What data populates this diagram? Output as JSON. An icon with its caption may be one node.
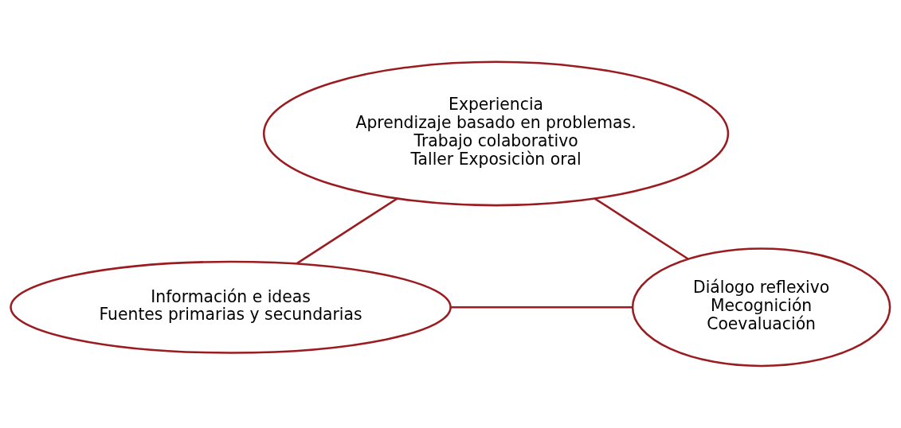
{
  "diagram": {
    "nodes": [
      {
        "text": [
          "Experiencia",
          "Aprendizaje basado en problemas.",
          "Trabajo colaborativo",
          "Taller Exposiciòn oral"
        ]
      },
      {
        "text": [
          "Información e ideas",
          "Fuentes primarias y secundarias"
        ]
      },
      {
        "text": [
          "Diálogo reflexivo",
          "Mecognición",
          "Coevaluación"
        ]
      }
    ],
    "edges": [
      {
        "from": 0,
        "to": 1,
        "arrow": "none"
      },
      {
        "from": 0,
        "to": 2,
        "arrow": "none"
      },
      {
        "from": 1,
        "to": 2,
        "arrow": "none"
      }
    ]
  }
}
